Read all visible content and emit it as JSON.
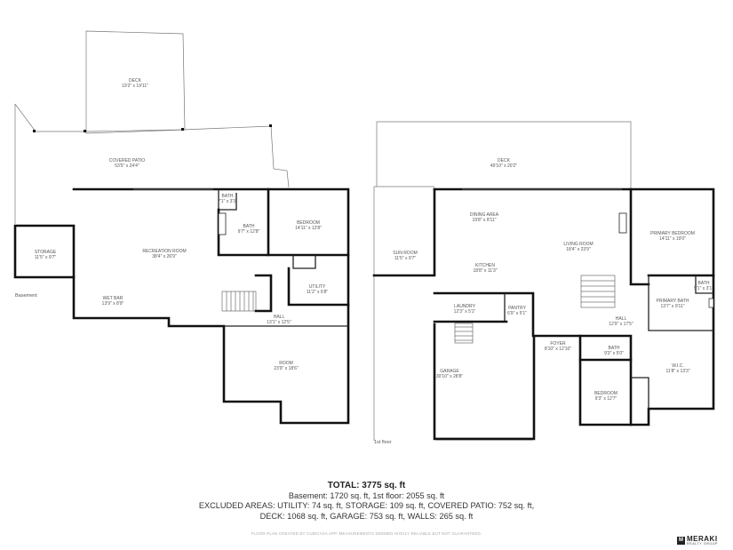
{
  "rooms": {
    "deck_bsmt": {
      "name": "DECK",
      "dim": "19'2\" x 19'11\""
    },
    "covered_patio": {
      "name": "COVERED PATIO",
      "dim": "53'5\" x 24'4\""
    },
    "bath_small": {
      "name": "BATH",
      "dim": "7'1\" x 3'3\""
    },
    "bath_bsmt": {
      "name": "BATH",
      "dim": "9'7\" x 12'8\""
    },
    "bedroom_bsmt": {
      "name": "BEDROOM",
      "dim": "14'11\" x 12'8\""
    },
    "storage": {
      "name": "STORAGE",
      "dim": "11'5\" x 9'7\""
    },
    "recreation": {
      "name": "RECREATION ROOM",
      "dim": "38'4\" x 26'9\""
    },
    "utility": {
      "name": "UTILITY",
      "dim": "11'2\" x 6'8\""
    },
    "wet_bar": {
      "name": "WET BAR",
      "dim": "13'9\" x 8'9\""
    },
    "hall_bsmt": {
      "name": "HALL",
      "dim": "13'1\" x 12'5\""
    },
    "room": {
      "name": "ROOM",
      "dim": "23'9\" x 18'6\""
    },
    "deck_1st": {
      "name": "DECK",
      "dim": "49'10\" x 20'2\""
    },
    "dining": {
      "name": "DINING AREA",
      "dim": "19'8\" x 8'11\""
    },
    "primary_bedroom": {
      "name": "PRIMARY BEDROOM",
      "dim": "14'11\" x 19'0\""
    },
    "living": {
      "name": "LIVING ROOM",
      "dim": "18'4\" x 23'9\""
    },
    "sun_room": {
      "name": "SUN ROOM",
      "dim": "11'5\" x 9'7\""
    },
    "kitchen": {
      "name": "KITCHEN",
      "dim": "18'8\" x 11'3\""
    },
    "bath_primary": {
      "name": "BATH",
      "dim": "5'1\" x 3'1\""
    },
    "primary_bath": {
      "name": "PRIMARY BATH",
      "dim": "13'7\" x 9'11\""
    },
    "laundry": {
      "name": "LAUNDRY",
      "dim": "12'3\" x 5'1\""
    },
    "pantry": {
      "name": "PANTRY",
      "dim": "6'9\" x 5'1\""
    },
    "hall_1st": {
      "name": "HALL",
      "dim": "12'9\" x 17'5\""
    },
    "foyer": {
      "name": "FOYER",
      "dim": "8'10\" x 12'10\""
    },
    "bath_1st": {
      "name": "BATH",
      "dim": "9'3\" x 5'0\""
    },
    "wic": {
      "name": "W.I.C.",
      "dim": "11'8\" x 13'3\""
    },
    "garage": {
      "name": "GARAGE",
      "dim": "30'10\" x 28'8\""
    },
    "bedroom_1st": {
      "name": "BEDROOM",
      "dim": "9'3\" x 12'7\""
    }
  },
  "floor_labels": {
    "basement": "Basement",
    "first": "1st floor"
  },
  "summary": {
    "total": "TOTAL: 3775 sq. ft",
    "line1": "Basement: 1720 sq. ft, 1st floor: 2055 sq. ft",
    "line2": "EXCLUDED AREAS: UTILITY: 74 sq. ft, STORAGE: 109 sq. ft, COVERED PATIO: 752 sq. ft,",
    "line3": "DECK: 1068 sq. ft, GARAGE: 753 sq. ft, WALLS: 265 sq. ft"
  },
  "disclaimer": "FLOOR PLAN CREATED BY CUBICASA APP. MEASUREMENTS DEEMED HIGHLY RELIABLE BUT NOT GUARANTEED.",
  "logo": {
    "mark": "M",
    "name": "MERAKI",
    "tagline": "REALTY GROUP"
  }
}
